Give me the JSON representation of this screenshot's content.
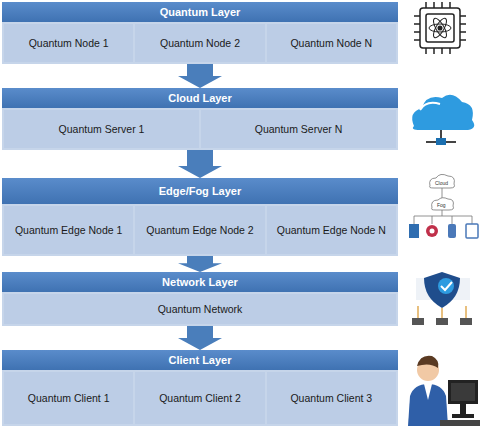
{
  "diagram": {
    "nodes": [
      {
        "text": [
          "Quantum Layer"
        ]
      },
      {
        "text": [
          "Quantum Node 1"
        ],
        "in": 0
      },
      {
        "text": [
          "Quantum Node 2"
        ],
        "in": 0
      },
      {
        "text": [
          "Quantum Node N"
        ],
        "in": 0
      },
      {
        "text": [
          "Cloud Layer"
        ]
      },
      {
        "text": [
          "Quantum Server 1"
        ],
        "in": 4
      },
      {
        "text": [
          "Quantum Server N"
        ],
        "in": 4
      },
      {
        "text": [
          "Edge/Fog Layer"
        ]
      },
      {
        "text": [
          "Quantum Edge Node 1"
        ],
        "in": 7
      },
      {
        "text": [
          "Quantum Edge Node 2"
        ],
        "in": 7
      },
      {
        "text": [
          "Quantum Edge Node N"
        ],
        "in": 7
      },
      {
        "text": [
          "Network Layer"
        ]
      },
      {
        "text": [
          "Quantum Network"
        ],
        "in": 11
      },
      {
        "text": [
          "Client Layer"
        ]
      },
      {
        "text": [
          "Quantum Client 1"
        ],
        "in": 13
      },
      {
        "text": [
          "Quantum Client 2"
        ],
        "in": 13
      },
      {
        "text": [
          "Quantum Client 3"
        ],
        "in": 13
      }
    ],
    "edges": [
      {
        "from": 0,
        "to": 4,
        "arrow": "to"
      },
      {
        "from": 4,
        "to": 7,
        "arrow": "to"
      },
      {
        "from": 7,
        "to": 11,
        "arrow": "to"
      },
      {
        "from": 11,
        "to": 13,
        "arrow": "to"
      }
    ],
    "labels": [
      "Cloud",
      "Fog"
    ]
  }
}
